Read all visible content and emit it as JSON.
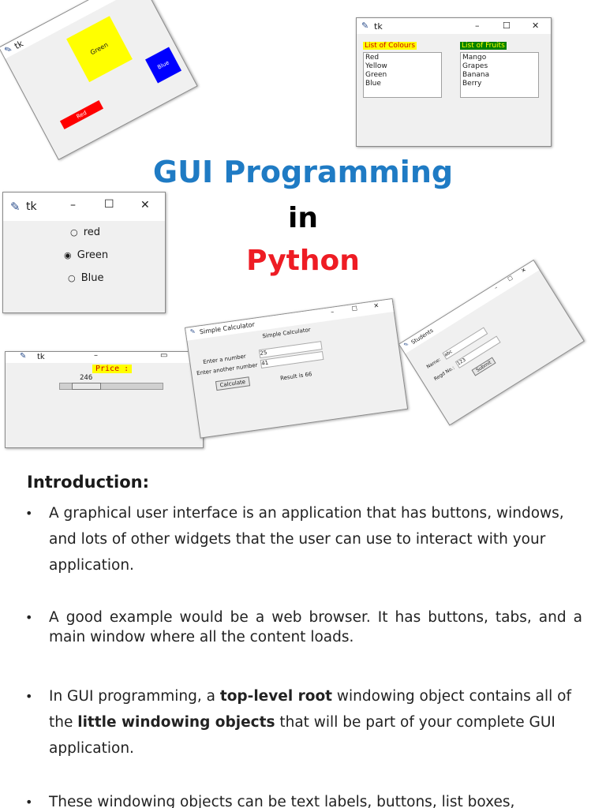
{
  "title": {
    "line1": "GUI Programming",
    "line2": "in",
    "line3": "Python"
  },
  "intro": {
    "heading": "Introduction:",
    "bullets": [
      "A graphical user interface is an application that has buttons, windows, and lots of other widgets that the user can use to interact with your application.",
      "A good example would be a web browser. It has buttons, tabs, and a main window where all the content loads."
    ],
    "b3_pre": "In GUI programming, a ",
    "b3_bold1": "top-level root",
    "b3_mid": " windowing object contains all of the ",
    "b3_bold2": "little windowing objects",
    "b3_post": " that will be part of your complete GUI application.",
    "b4": "These  windowing objects can be text labels, buttons, list boxes,"
  },
  "icons": {
    "feather": "feather-icon",
    "minimize": "minimize-icon",
    "maximize": "maximize-icon",
    "close": "close-icon"
  },
  "colors": {
    "title_blue": "#1f7bc4",
    "title_red": "#ee1c24",
    "yellow": "#ffff00",
    "red": "#ff0000",
    "blue": "#0000ff",
    "green": "#008000"
  },
  "win_shapes": {
    "title": "tk",
    "green": "Green",
    "red": "Red",
    "blue": "Blue"
  },
  "win_lists": {
    "title": "tk",
    "colours_label": "List of Colours",
    "fruits_label": "List of Fruits",
    "colours": [
      "Red",
      "Yellow",
      "Green",
      "Blue"
    ],
    "fruits": [
      "Mango",
      "Grapes",
      "Banana",
      "Berry"
    ]
  },
  "win_radio": {
    "title": "tk",
    "options": [
      "red",
      "Green",
      "Blue"
    ],
    "selected": "Green"
  },
  "win_scale": {
    "title": "tk",
    "label": "Price :",
    "value": "246"
  },
  "win_calc": {
    "title": "Simple Calculator",
    "heading": "Simple Calculator",
    "label1": "Enter a number",
    "label2": "Enter another number",
    "value1": "25",
    "value2": "41",
    "button": "Calculate",
    "result": "Result is 66"
  },
  "win_student": {
    "title": "Students",
    "name_label": "Name:",
    "name_value": "abc",
    "regd_label": "Regd No.:",
    "regd_value": "123",
    "button": "Submit"
  }
}
